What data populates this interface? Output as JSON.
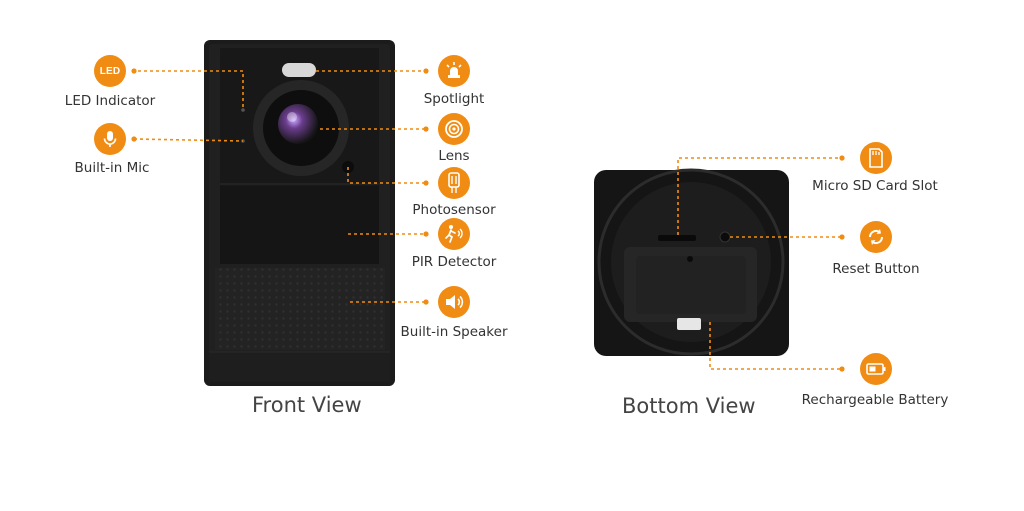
{
  "front_view": {
    "caption": "Front View",
    "callouts": {
      "led_indicator": {
        "label": "LED Indicator",
        "icon": "led-icon",
        "icon_text": "LED"
      },
      "built_in_mic": {
        "label": "Built-in Mic",
        "icon": "microphone-icon"
      },
      "spotlight": {
        "label": "Spotlight",
        "icon": "spotlight-icon"
      },
      "lens": {
        "label": "Lens",
        "icon": "lens-icon"
      },
      "photosensor": {
        "label": "Photosensor",
        "icon": "photosensor-icon"
      },
      "pir_detector": {
        "label": "PIR Detector",
        "icon": "pir-motion-icon"
      },
      "built_in_speaker": {
        "label": "Built-in Speaker",
        "icon": "speaker-icon"
      }
    }
  },
  "bottom_view": {
    "caption": "Bottom View",
    "callouts": {
      "micro_sd_slot": {
        "label": "Micro SD Card Slot",
        "icon": "sd-card-icon"
      },
      "reset_button": {
        "label": "Reset Button",
        "icon": "reset-icon"
      },
      "rechargeable_battery": {
        "label": "Rechargeable Battery",
        "icon": "battery-icon"
      }
    }
  },
  "colors": {
    "accent": "#f08c14",
    "device": "#1a1a1a",
    "text": "#333333"
  }
}
